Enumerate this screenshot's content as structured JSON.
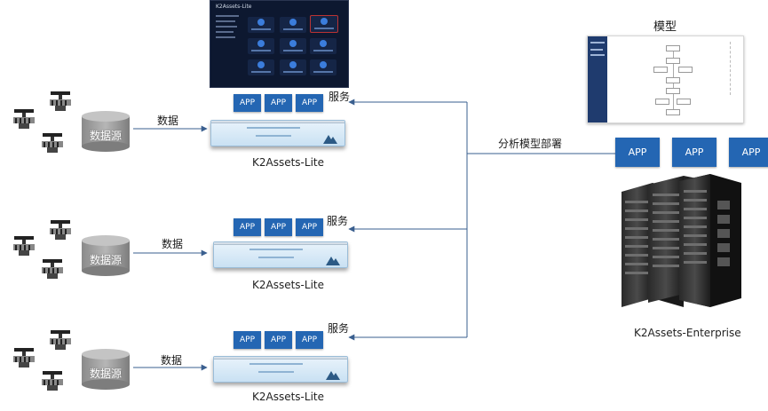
{
  "lite_units": [
    {
      "label": "K2Assets-Lite",
      "service_label": "服务",
      "data_label": "数据",
      "source_label": "数据源",
      "apps": [
        "APP",
        "APP",
        "APP"
      ]
    },
    {
      "label": "K2Assets-Lite",
      "service_label": "服务",
      "data_label": "数据",
      "source_label": "数据源",
      "apps": [
        "APP",
        "APP",
        "APP"
      ]
    },
    {
      "label": "K2Assets-Lite",
      "service_label": "服务",
      "data_label": "数据",
      "source_label": "数据源",
      "apps": [
        "APP",
        "APP",
        "APP"
      ]
    }
  ],
  "enterprise": {
    "label": "K2Assets-Enterprise",
    "apps": [
      "APP",
      "APP",
      "APP"
    ],
    "deploy_label": "分析模型部署",
    "model_label": "模型"
  },
  "dashboard": {
    "title": "K2Assets-Lite"
  },
  "colors": {
    "app_blue": "#2466b3",
    "arrow": "#3a5f8f",
    "device_light": "#cfe4f4",
    "screen_bg": "#0d1830"
  }
}
